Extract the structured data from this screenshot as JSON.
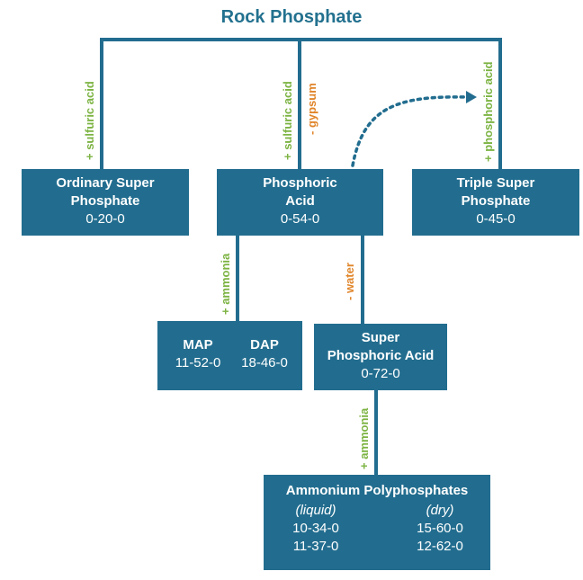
{
  "title": "Rock Phosphate",
  "labels": {
    "plus_sulfuric_1": "+ sulfuric acid",
    "plus_sulfuric_2": "+ sulfuric acid",
    "minus_gypsum": "- gypsum",
    "plus_phosphoric": "+ phosphoric acid",
    "plus_ammonia_1": "+ ammonia",
    "minus_water": "- water",
    "plus_ammonia_2": "+ ammonia"
  },
  "boxes": {
    "ordinary_super_phosphate": {
      "name_line1": "Ordinary Super",
      "name_line2": "Phosphate",
      "grade": "0-20-0"
    },
    "phosphoric_acid": {
      "name_line1": "Phosphoric",
      "name_line2": "Acid",
      "grade": "0-54-0"
    },
    "triple_super_phosphate": {
      "name_line1": "Triple Super",
      "name_line2": "Phosphate",
      "grade": "0-45-0"
    },
    "map_dap": {
      "map_name": "MAP",
      "map_grade": "11-52-0",
      "dap_name": "DAP",
      "dap_grade": "18-46-0"
    },
    "super_phosphoric_acid": {
      "name_line1": "Super",
      "name_line2": "Phosphoric Acid",
      "grade": "0-72-0"
    },
    "ammonium_polyphosphates": {
      "name": "Ammonium Polyphosphates",
      "liquid_label": "(liquid)",
      "dry_label": "(dry)",
      "liquid_grades": [
        "10-34-0",
        "11-37-0"
      ],
      "dry_grades": [
        "15-60-0",
        "12-62-0"
      ]
    }
  },
  "colors": {
    "box": "#226d8f",
    "line": "#226d8f",
    "add": "#7cb342",
    "remove": "#e0852a"
  }
}
